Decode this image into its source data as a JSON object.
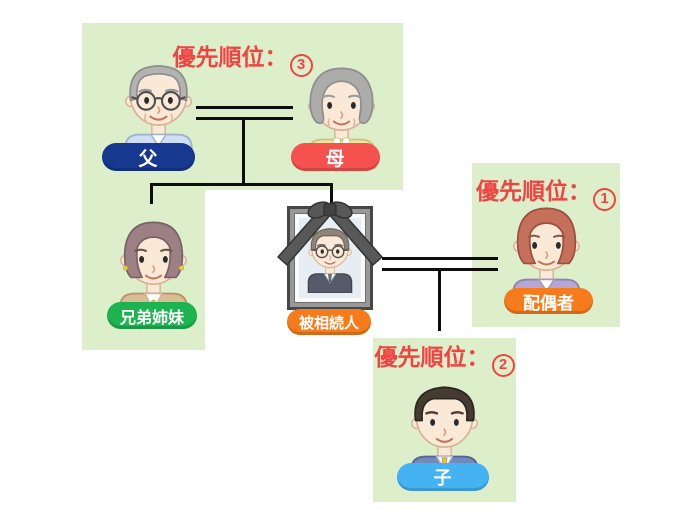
{
  "titles": {
    "prefix": "優先順位：",
    "parents_number": "3",
    "spouse_number": "1",
    "child_number": "2"
  },
  "labels": {
    "father": "父",
    "mother": "母",
    "siblings": "兄弟姉妹",
    "decedent": "被相続人",
    "spouse": "配偶者",
    "child": "子"
  },
  "colors": {
    "group_background": "#dcefca",
    "priority_text": "#f24343",
    "father_pill": "#16388f",
    "mother_pill": "#f5514e",
    "siblings_pill": "#1eb351",
    "decedent_pill": "#f57b1d",
    "spouse_pill": "#f57b1d",
    "child_pill": "#45b2f2",
    "connector_line": "#0d0d0d"
  }
}
